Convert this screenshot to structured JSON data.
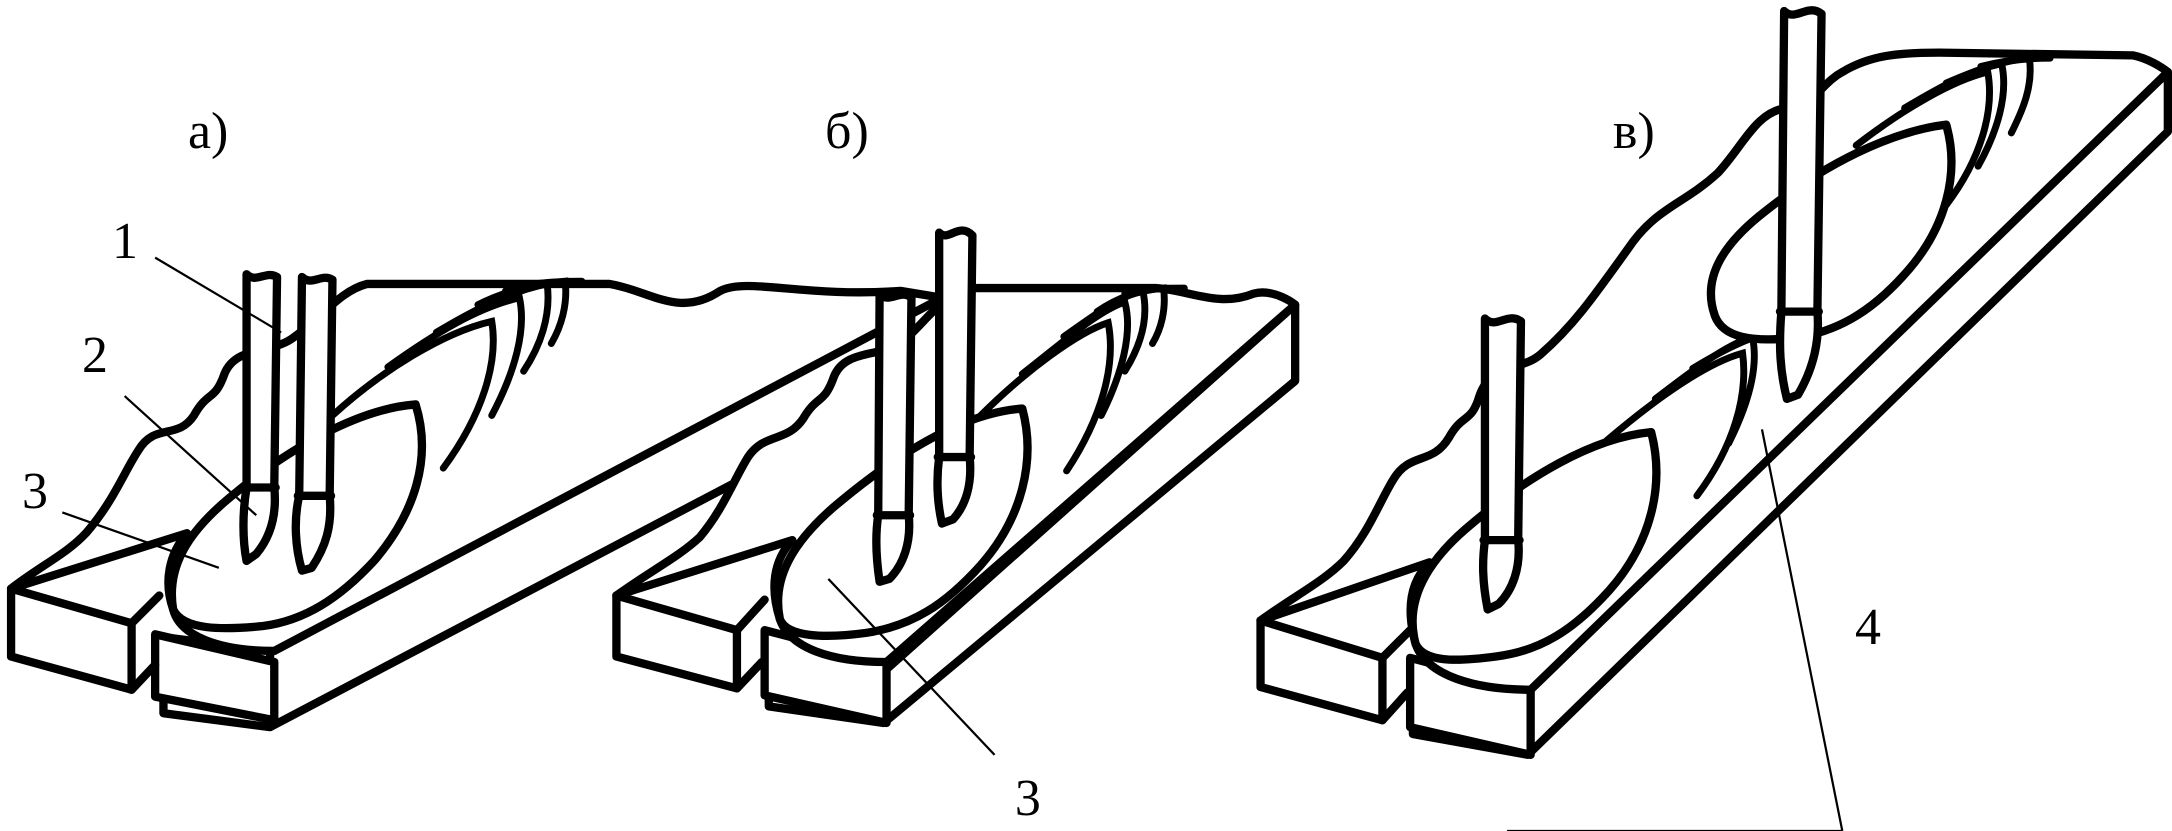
{
  "panels": [
    {
      "label": "а)"
    },
    {
      "label": "б)"
    },
    {
      "label": "в)"
    }
  ],
  "callouts": {
    "panel_a": [
      "1",
      "2",
      "3"
    ],
    "panel_b": [
      "3"
    ],
    "panel_c": [
      "4"
    ]
  },
  "colors": {
    "stroke": "#000000",
    "background": "#ffffff"
  }
}
